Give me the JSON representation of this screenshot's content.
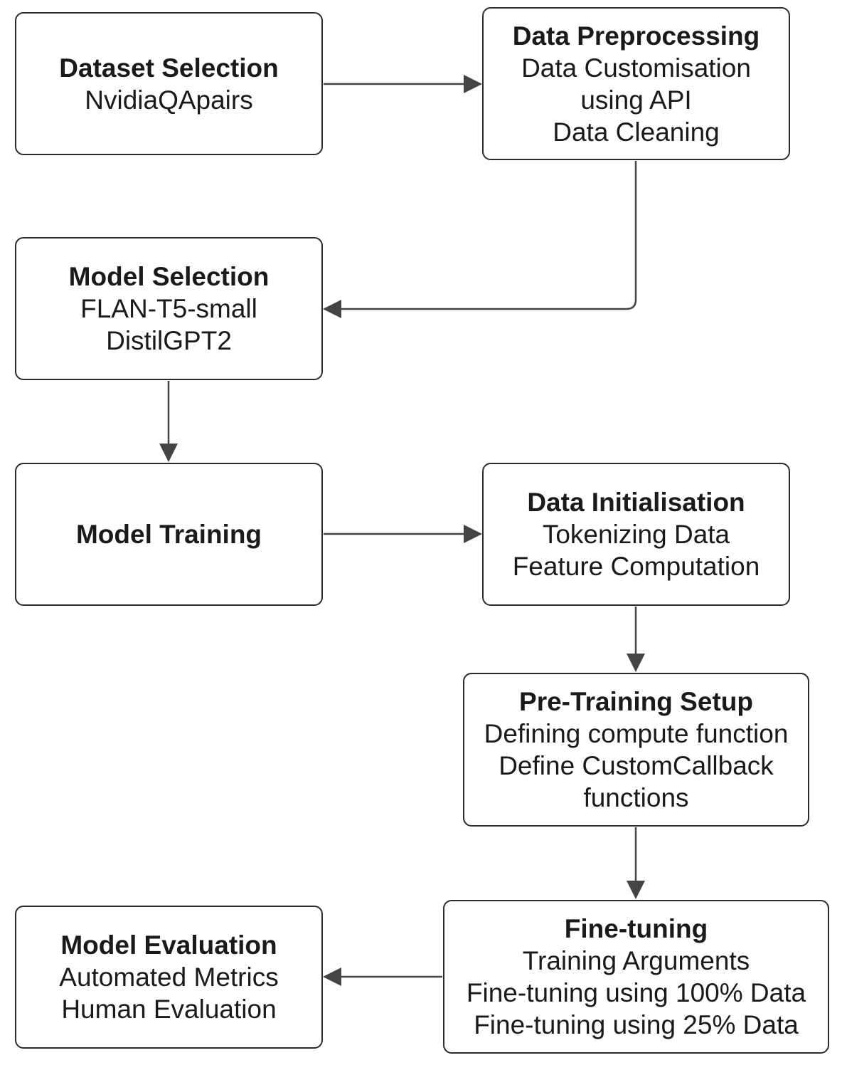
{
  "nodes": {
    "dataset_selection": {
      "title": "Dataset Selection",
      "lines": [
        "NvidiaQApairs"
      ]
    },
    "data_preprocessing": {
      "title": "Data Preprocessing",
      "lines": [
        "Data Customisation",
        "using API",
        "Data Cleaning"
      ]
    },
    "model_selection": {
      "title": "Model Selection",
      "lines": [
        "FLAN-T5-small",
        "DistilGPT2"
      ]
    },
    "model_training": {
      "title": "Model Training",
      "lines": []
    },
    "data_initialisation": {
      "title": "Data Initialisation",
      "lines": [
        "Tokenizing Data",
        "Feature Computation"
      ]
    },
    "pre_training_setup": {
      "title": "Pre-Training Setup",
      "lines": [
        "Defining compute function",
        "Define CustomCallback",
        "functions"
      ]
    },
    "fine_tuning": {
      "title": "Fine-tuning",
      "lines": [
        "Training Arguments",
        "Fine-tuning using 100% Data",
        "Fine-tuning using 25% Data"
      ]
    },
    "model_evaluation": {
      "title": "Model Evaluation",
      "lines": [
        "Automated Metrics",
        "Human Evaluation"
      ]
    }
  },
  "edges": [
    {
      "from": "dataset_selection",
      "to": "data_preprocessing"
    },
    {
      "from": "data_preprocessing",
      "to": "model_selection"
    },
    {
      "from": "model_selection",
      "to": "model_training"
    },
    {
      "from": "model_training",
      "to": "data_initialisation"
    },
    {
      "from": "data_initialisation",
      "to": "pre_training_setup"
    },
    {
      "from": "pre_training_setup",
      "to": "fine_tuning"
    },
    {
      "from": "fine_tuning",
      "to": "model_evaluation"
    }
  ],
  "colors": {
    "border": "#2b2b2b",
    "arrow": "#444444",
    "text": "#1a1a1a",
    "background": "#ffffff"
  }
}
